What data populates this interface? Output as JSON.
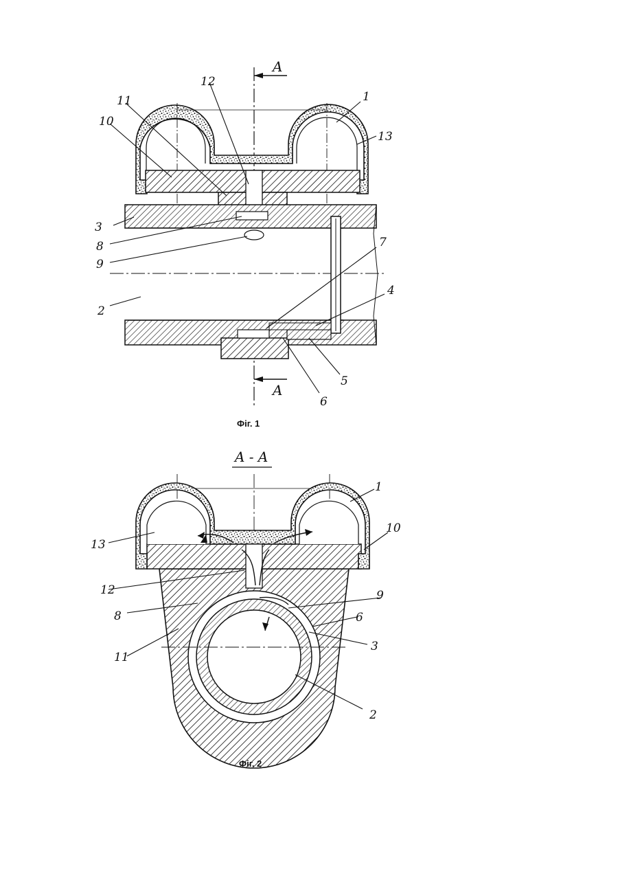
{
  "figure1": {
    "caption": "Фіг. 1",
    "section_mark_top": "A",
    "section_mark_bottom": "A",
    "labels": [
      "1",
      "2",
      "3",
      "4",
      "5",
      "6",
      "7",
      "8",
      "9",
      "10",
      "11",
      "12",
      "13"
    ]
  },
  "figure2": {
    "caption": "Фіг. 2",
    "section_title": "A - A",
    "labels": [
      "1",
      "2",
      "3",
      "6",
      "8",
      "9",
      "10",
      "11",
      "12",
      "13"
    ]
  },
  "colors": {
    "ink": "#111111",
    "paper": "#ffffff"
  }
}
